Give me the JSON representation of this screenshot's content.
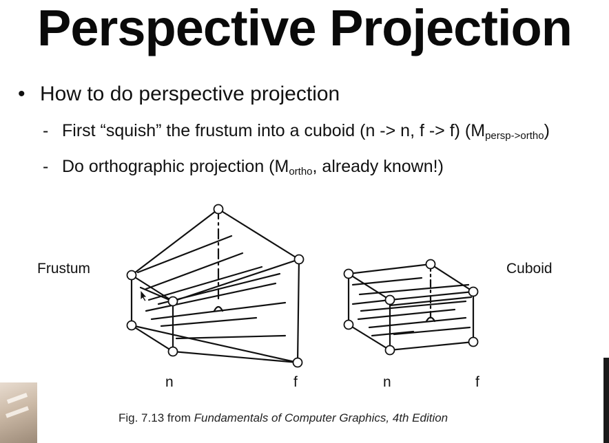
{
  "slide": {
    "title": "Perspective Projection",
    "bullet": "How to do perspective projection",
    "bullet_marker": "•",
    "dash": "-",
    "sub1_text": "First “squish” the frustum into a cuboid (n -> n, f -> f) (M",
    "sub1_subscript": "persp->ortho",
    "sub1_close": ")",
    "sub2_text": "Do orthographic projection (M",
    "sub2_subscript": "ortho",
    "sub2_close": ", already known!)"
  },
  "figure": {
    "frustum_label": "Frustum",
    "cuboid_label": "Cuboid",
    "frustum_n": "n",
    "frustum_f": "f",
    "cuboid_n": "n",
    "cuboid_f": "f",
    "caption_prefix": "Fig. 7.13 from ",
    "caption_book": "Fundamentals of Computer Graphics, 4th Edition"
  }
}
